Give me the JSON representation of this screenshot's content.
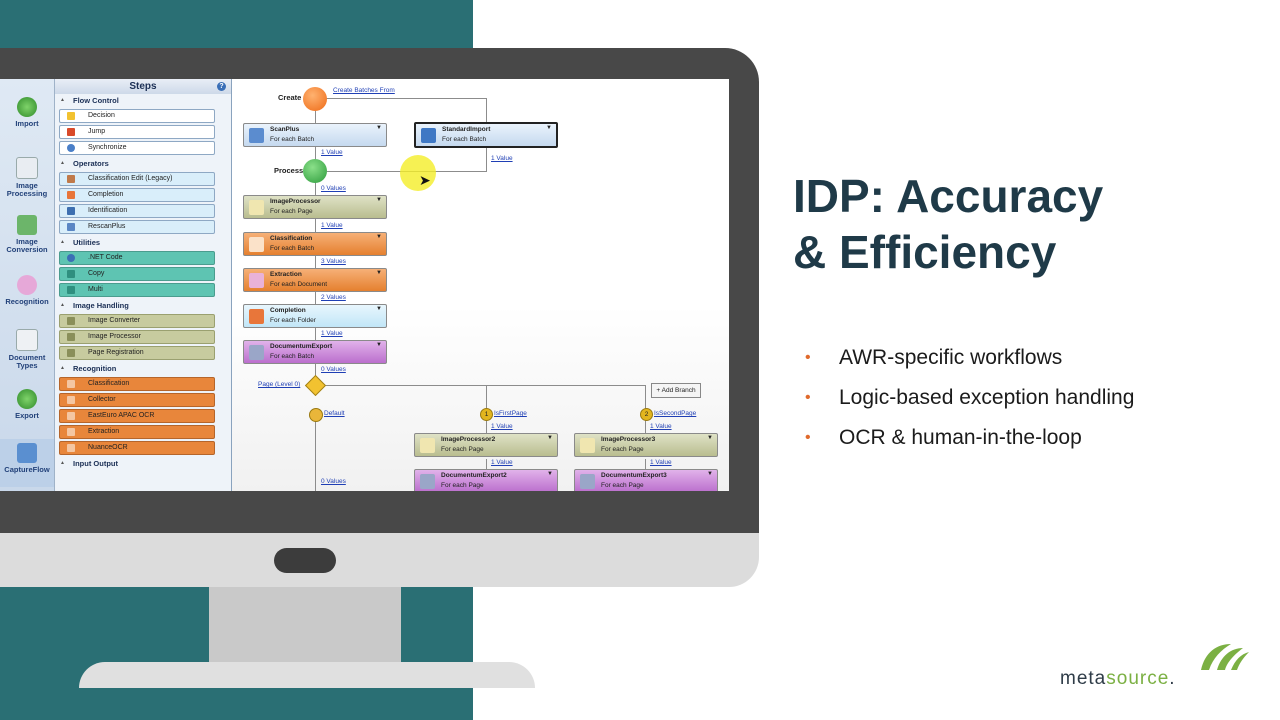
{
  "slide": {
    "title_line1": "IDP: Accuracy",
    "title_line2": "& Efficiency",
    "bullets": [
      "AWR-specific workflows",
      "Logic-based exception handling",
      "OCR & human-in-the-loop"
    ],
    "logo": {
      "part1": "meta",
      "part2": "source",
      "dot": "."
    }
  },
  "colors": {
    "teal": "#2a6f74",
    "title": "#1f3a48",
    "bullet": "#e06a2c",
    "logo_green": "#7bb043"
  },
  "app": {
    "left_nav": [
      {
        "label": "Import",
        "icon": "import-icon"
      },
      {
        "label": "Image Processing",
        "icon": "image-processing-icon"
      },
      {
        "label": "Image Conversion",
        "icon": "image-conversion-icon"
      },
      {
        "label": "Recognition",
        "icon": "recognition-icon"
      },
      {
        "label": "Document Types",
        "icon": "document-types-icon"
      },
      {
        "label": "Export",
        "icon": "export-icon"
      },
      {
        "label": "CaptureFlow",
        "icon": "captureflow-icon"
      }
    ],
    "steps_title": "Steps",
    "groups": {
      "flow_control": {
        "title": "Flow Control",
        "items": [
          "Decision",
          "Jump",
          "Synchronize"
        ]
      },
      "operators": {
        "title": "Operators",
        "items": [
          "Classification Edit (Legacy)",
          "Completion",
          "Identification",
          "RescanPlus"
        ]
      },
      "utilities": {
        "title": "Utilities",
        "items": [
          ".NET Code",
          "Copy",
          "Multi"
        ]
      },
      "image_handling": {
        "title": "Image Handling",
        "items": [
          "Image Converter",
          "Image Processor",
          "Page Registration"
        ]
      },
      "recognition": {
        "title": "Recognition",
        "items": [
          "Classification",
          "Collector",
          "EastEuro APAC OCR",
          "Extraction",
          "NuanceOCR"
        ]
      },
      "input_output": {
        "title": "Input Output"
      }
    },
    "flow": {
      "create_label": "Create",
      "process_label": "Process",
      "create_batches_from": "Create Batches From",
      "nodes": {
        "scanplus": {
          "title": "ScanPlus",
          "sub": "For each Batch"
        },
        "standardimport": {
          "title": "StandardImport",
          "sub": "For each Batch"
        },
        "imageprocessor": {
          "title": "ImageProcessor",
          "sub": "For each Page"
        },
        "classification": {
          "title": "Classification",
          "sub": "For each Batch"
        },
        "extraction": {
          "title": "Extraction",
          "sub": "For each Document"
        },
        "completion": {
          "title": "Completion",
          "sub": "For each Folder"
        },
        "documentumexport": {
          "title": "DocumentumExport",
          "sub": "For each Batch"
        },
        "imageprocessor2": {
          "title": "ImageProcessor2",
          "sub": "For each Page"
        },
        "imageprocessor3": {
          "title": "ImageProcessor3",
          "sub": "For each Page"
        },
        "documentumexport2": {
          "title": "DocumentumExport2",
          "sub": "For each Page"
        },
        "documentumexport3": {
          "title": "DocumentumExport3",
          "sub": "For each Page"
        }
      },
      "links": {
        "l1": "1 Value",
        "l2": "1 Value",
        "l3": "0 Values",
        "l4": "1 Value",
        "l5": "3 Values",
        "l6": "2 Values",
        "l7": "1 Value",
        "l8": "0 Values",
        "page_level": "Page (Level 0)",
        "default": "Default",
        "isfirstpage": "IsFirstPage",
        "issecondpage": "IsSecondPage",
        "l9": "1 Value",
        "l10": "1 Value",
        "l11": "1 Value",
        "l12": "1 Value",
        "l13": "0 Values"
      },
      "add_branch": "Add Branch",
      "badge1": "1",
      "badge2": "2"
    }
  }
}
